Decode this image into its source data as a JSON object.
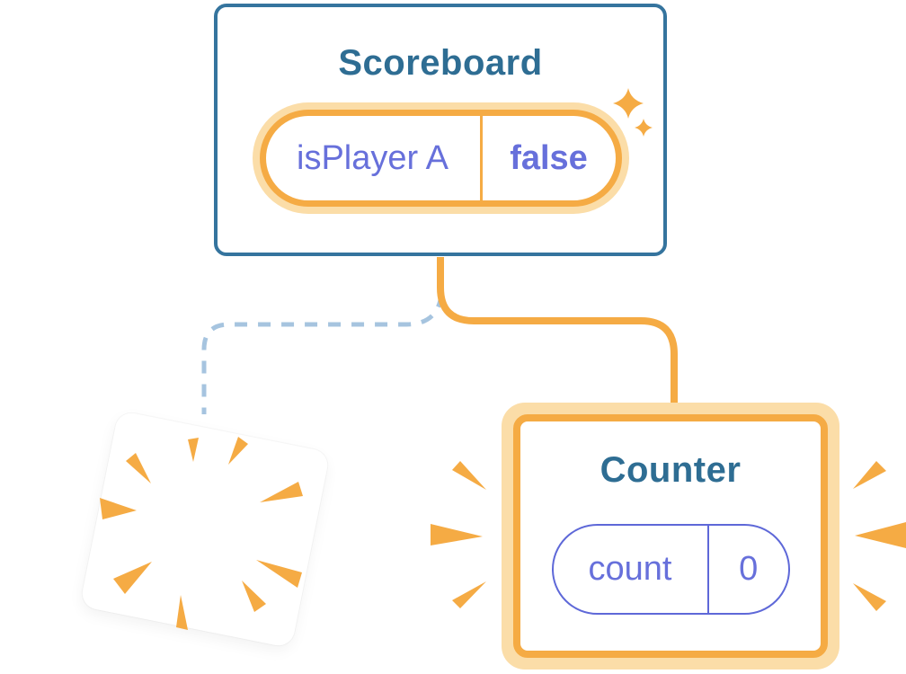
{
  "scoreboard": {
    "title": "Scoreboard",
    "state": {
      "key": "isPlayer A",
      "value": "false"
    }
  },
  "counter": {
    "title": "Counter",
    "state": {
      "key": "count",
      "value": "0"
    }
  },
  "colors": {
    "card_border_blue": "#35749E",
    "title_text_blue": "#2E6D93",
    "accent_orange": "#F5AB44",
    "accent_orange_light": "#FBDDA8",
    "state_text_purple": "#6770DB",
    "state_border_purple": "#5E68D8",
    "dashed_connector_blue": "#A6C4DF",
    "card_background": "#FFFFFF"
  },
  "icons": {
    "sparkles": "sparkles-icon",
    "burst": "burst-icon",
    "emphasis_left": "emphasis-marks-left-icon",
    "emphasis_right": "emphasis-marks-right-icon"
  }
}
